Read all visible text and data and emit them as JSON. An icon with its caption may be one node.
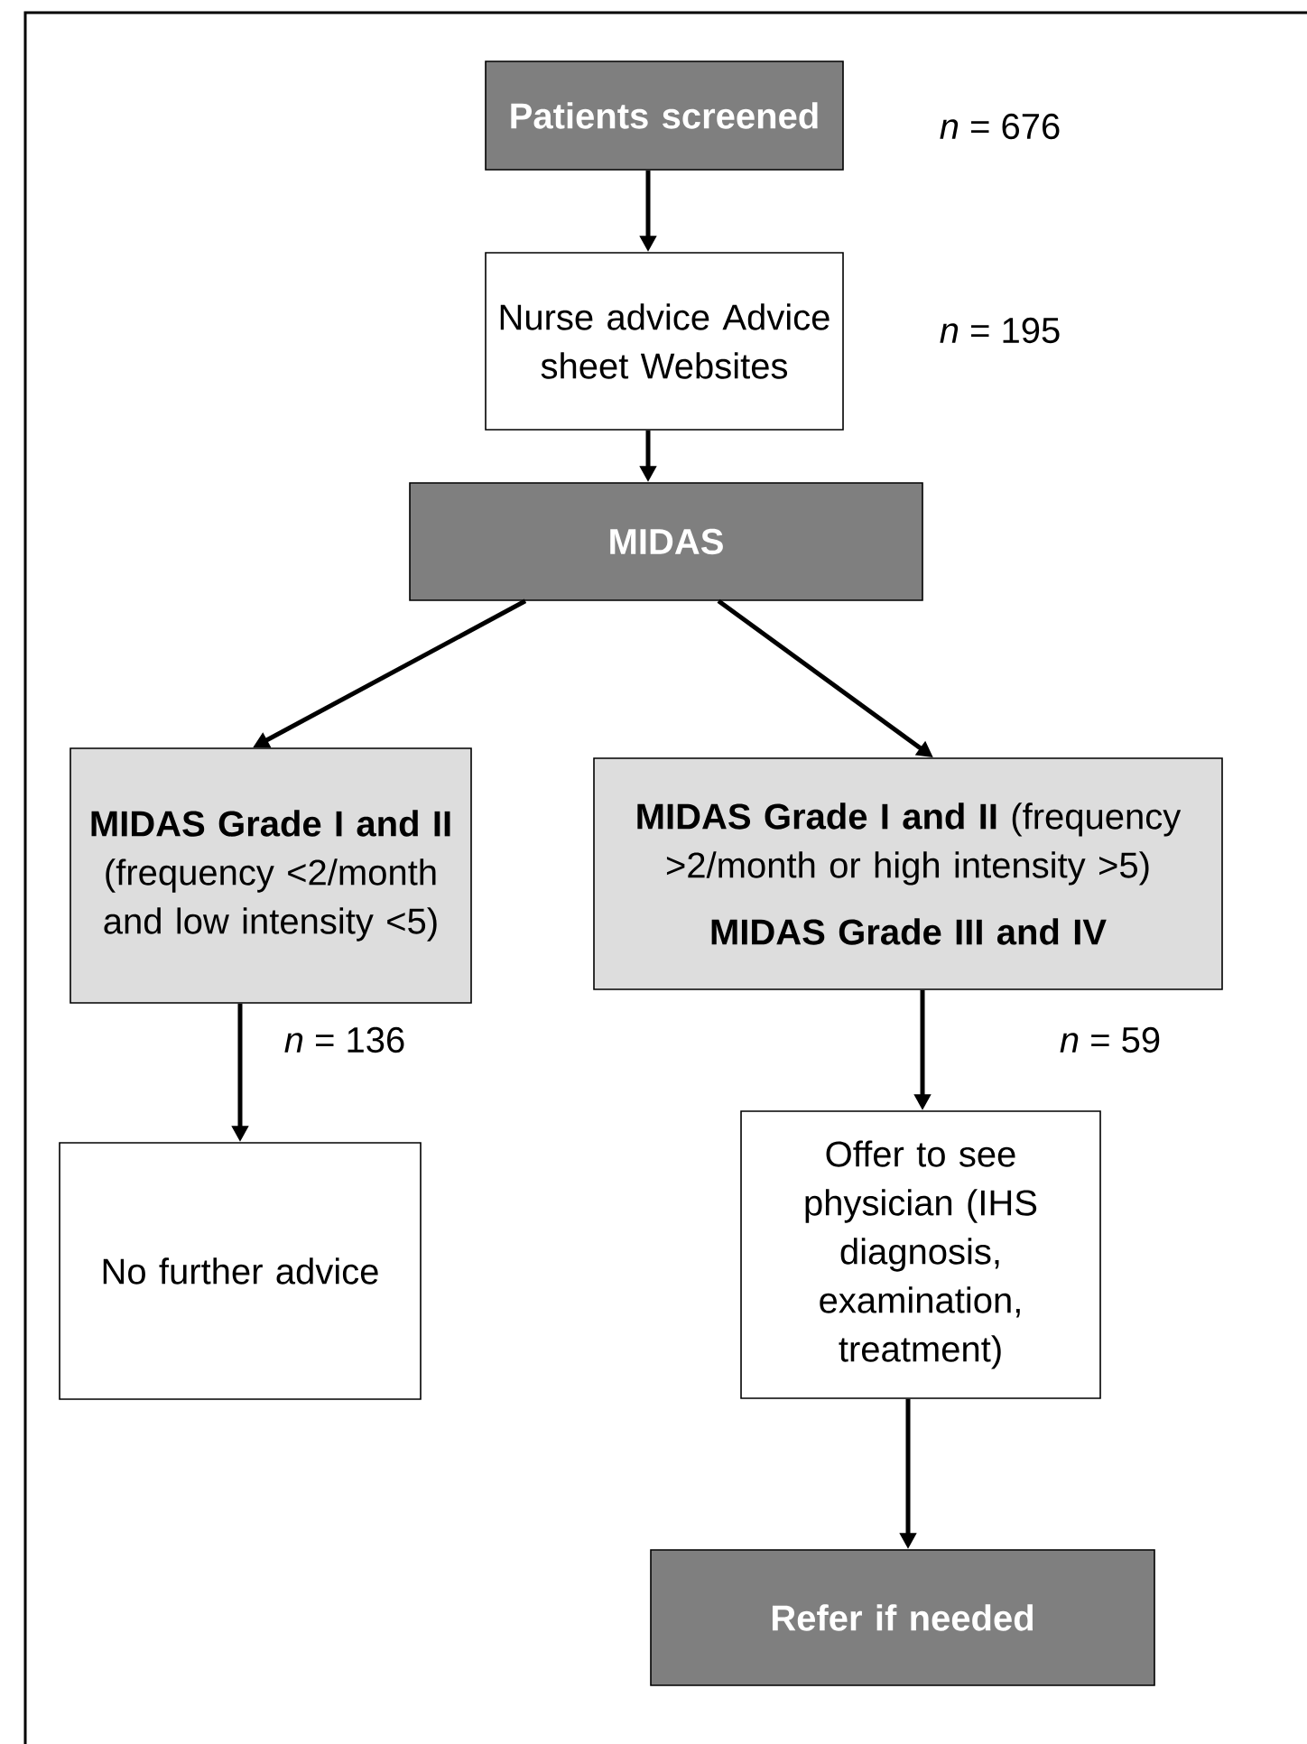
{
  "diagram": {
    "nodes": [
      {
        "text": [
          "Patients screened"
        ],
        "beside": [
          "*n* = 676"
        ]
      },
      {
        "text": [
          "Nurse advice Advice sheet Websites"
        ],
        "beside": [
          "*n* = 195"
        ]
      },
      {
        "text": [
          "MIDAS"
        ]
      },
      {
        "text": [
          "MIDAS Grade I and II",
          "(frequency <2/month and low intensity <5)"
        ]
      },
      {
        "text": [
          "**MIDAS Grade I and II** (frequency >2/month or high intensity >5)",
          "MIDAS Grade III and IV"
        ]
      },
      {
        "text": [
          "No further advice"
        ]
      },
      {
        "text": [
          "Offer to see physician (IHS diagnosis, examination, treatment)"
        ]
      },
      {
        "text": [
          "Refer if needed"
        ]
      }
    ],
    "edges": [
      {
        "from": 0,
        "to": 1,
        "arrow": "to"
      },
      {
        "from": 1,
        "to": 2,
        "arrow": "to"
      },
      {
        "from": 2,
        "to": 3,
        "arrow": "to"
      },
      {
        "from": 2,
        "to": 4,
        "arrow": "to"
      },
      {
        "from": 3,
        "to": 5,
        "arrow": "to",
        "label": "*n* = 136"
      },
      {
        "from": 4,
        "to": 6,
        "arrow": "to",
        "label": "*n* = 59"
      },
      {
        "from": 6,
        "to": 7,
        "arrow": "to"
      }
    ]
  }
}
